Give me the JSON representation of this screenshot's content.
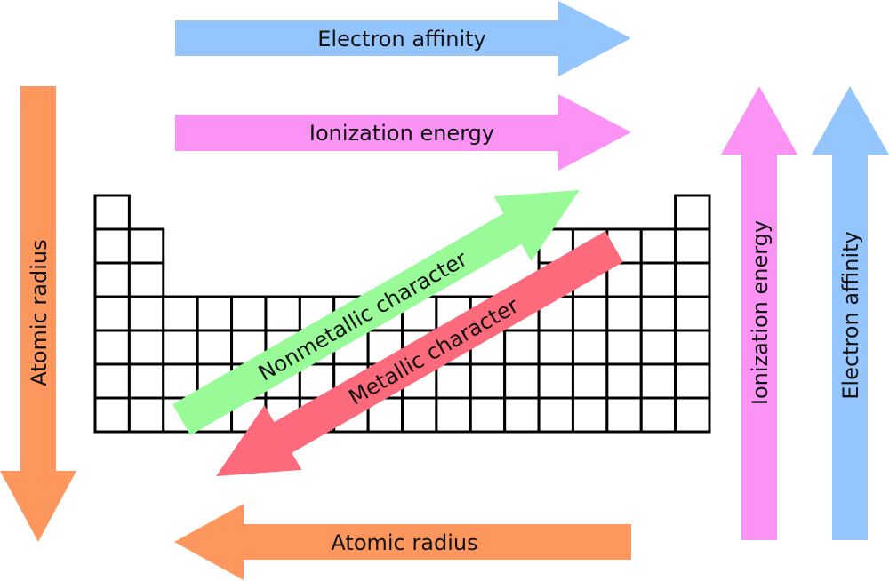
{
  "title": "Periodic table trends",
  "colors": {
    "electron_affinity": "#94c5fc",
    "ionization_energy": "#fb93f5",
    "atomic_radius": "#fd975e",
    "nonmetallic_character": "#98fb98",
    "metallic_character": "#fd6a7b",
    "grid_stroke": "#000000"
  },
  "table": {
    "columns": 18,
    "rows": 7,
    "column_heights": [
      7,
      6,
      4,
      4,
      4,
      4,
      4,
      4,
      4,
      4,
      4,
      4,
      4,
      6,
      6,
      6,
      6,
      7
    ]
  },
  "arrows": [
    {
      "id": "electron-affinity-top",
      "label": "Electron affinity",
      "direction": "right",
      "color_key": "electron_affinity",
      "meaning": "increases across a period"
    },
    {
      "id": "ionization-energy-top",
      "label": "Ionization energy",
      "direction": "right",
      "color_key": "ionization_energy",
      "meaning": "increases across a period"
    },
    {
      "id": "atomic-radius-left",
      "label": "Atomic radius",
      "direction": "down",
      "color_key": "atomic_radius",
      "meaning": "increases down a group"
    },
    {
      "id": "ionization-energy-right",
      "label": "Ionization energy",
      "direction": "up",
      "color_key": "ionization_energy",
      "meaning": "increases up a group"
    },
    {
      "id": "electron-affinity-right",
      "label": "Electron affinity",
      "direction": "up",
      "color_key": "electron_affinity",
      "meaning": "increases up a group"
    },
    {
      "id": "nonmetallic-character",
      "label": "Nonmetallic character",
      "direction": "up-right",
      "color_key": "nonmetallic_character",
      "meaning": "increases toward upper right"
    },
    {
      "id": "metallic-character",
      "label": "Metallic character",
      "direction": "down-left",
      "color_key": "metallic_character",
      "meaning": "increases toward lower left"
    },
    {
      "id": "atomic-radius-bottom",
      "label": "Atomic radius",
      "direction": "left",
      "color_key": "atomic_radius",
      "meaning": "increases right to left"
    }
  ]
}
